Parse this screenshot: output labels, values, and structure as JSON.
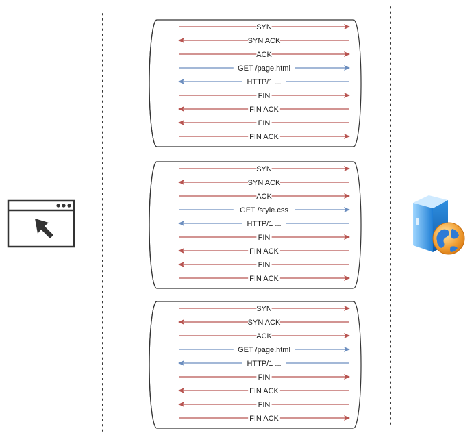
{
  "colors": {
    "red_arrow": "#b85450",
    "blue_arrow": "#6c8ebf",
    "outline": "#333333",
    "divider": "#333333",
    "server_blue": "#2f8fe0",
    "globe_orange": "#f2a33a"
  },
  "client": {
    "icon": "browser-window-cursor-icon"
  },
  "server": {
    "icon": "web-server-globe-icon"
  },
  "connections": [
    {
      "messages": [
        {
          "label": "SYN",
          "direction": "right",
          "color": "red"
        },
        {
          "label": "SYN ACK",
          "direction": "left",
          "color": "red"
        },
        {
          "label": "ACK",
          "direction": "right",
          "color": "red"
        },
        {
          "label": "GET /page.html",
          "direction": "right",
          "color": "blue"
        },
        {
          "label": "HTTP/1 ...",
          "direction": "left",
          "color": "blue"
        },
        {
          "label": "FIN",
          "direction": "right",
          "color": "red"
        },
        {
          "label": "FIN ACK",
          "direction": "left",
          "color": "red"
        },
        {
          "label": "FIN",
          "direction": "left",
          "color": "red"
        },
        {
          "label": "FIN ACK",
          "direction": "right",
          "color": "red"
        }
      ]
    },
    {
      "messages": [
        {
          "label": "SYN",
          "direction": "right",
          "color": "red"
        },
        {
          "label": "SYN ACK",
          "direction": "left",
          "color": "red"
        },
        {
          "label": "ACK",
          "direction": "right",
          "color": "red"
        },
        {
          "label": "GET /style.css",
          "direction": "right",
          "color": "blue"
        },
        {
          "label": "HTTP/1 ...",
          "direction": "left",
          "color": "blue"
        },
        {
          "label": "FIN",
          "direction": "right",
          "color": "red"
        },
        {
          "label": "FIN ACK",
          "direction": "left",
          "color": "red"
        },
        {
          "label": "FIN",
          "direction": "left",
          "color": "red"
        },
        {
          "label": "FIN ACK",
          "direction": "right",
          "color": "red"
        }
      ]
    },
    {
      "messages": [
        {
          "label": "SYN",
          "direction": "right",
          "color": "red"
        },
        {
          "label": "SYN ACK",
          "direction": "left",
          "color": "red"
        },
        {
          "label": "ACK",
          "direction": "right",
          "color": "red"
        },
        {
          "label": "GET /page.html",
          "direction": "right",
          "color": "blue"
        },
        {
          "label": "HTTP/1 ...",
          "direction": "left",
          "color": "blue"
        },
        {
          "label": "FIN",
          "direction": "right",
          "color": "red"
        },
        {
          "label": "FIN ACK",
          "direction": "left",
          "color": "red"
        },
        {
          "label": "FIN",
          "direction": "left",
          "color": "red"
        },
        {
          "label": "FIN ACK",
          "direction": "right",
          "color": "red"
        }
      ]
    }
  ]
}
